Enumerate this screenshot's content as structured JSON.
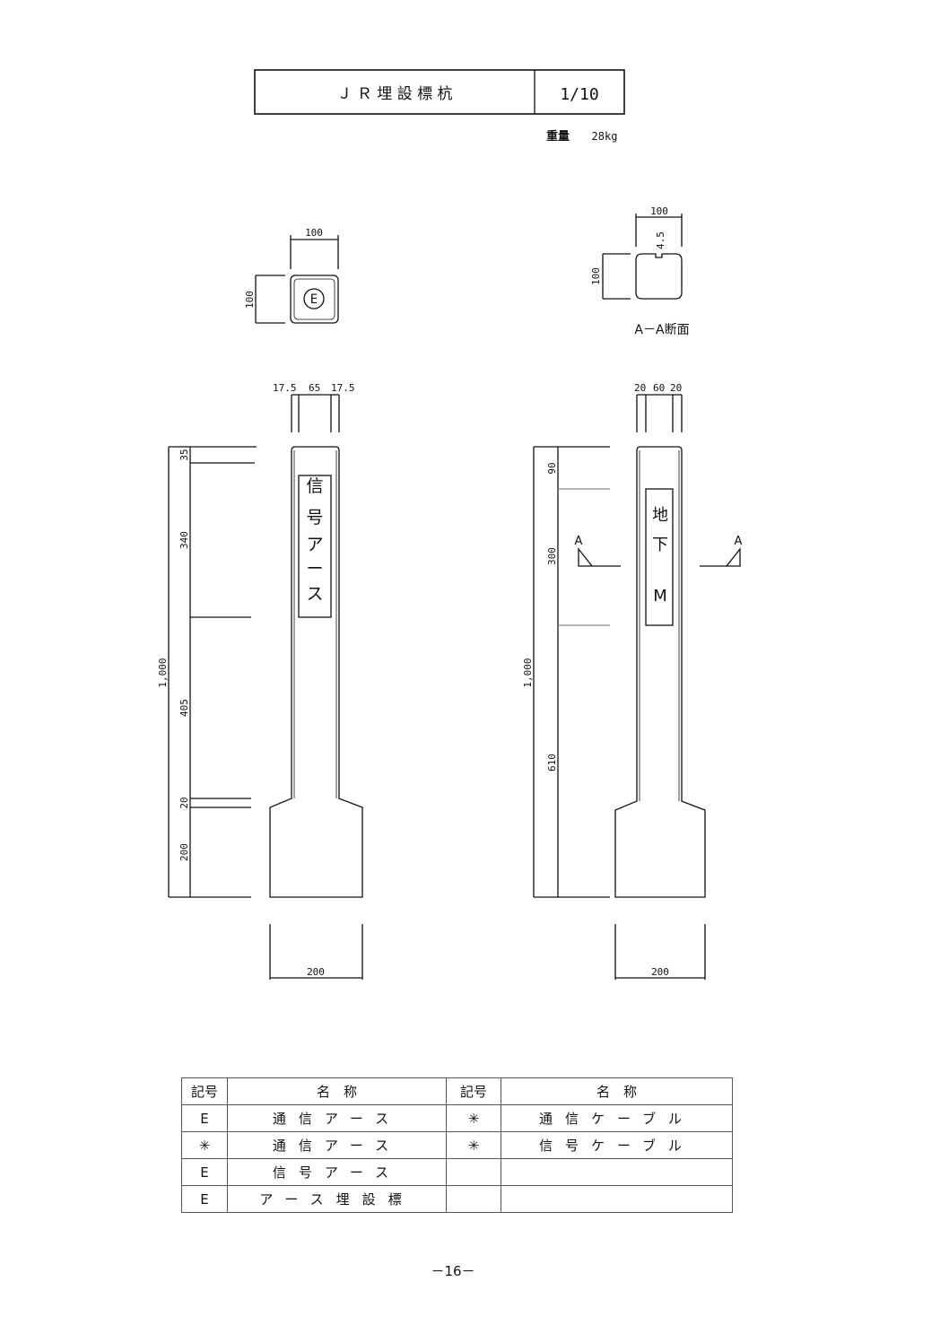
{
  "header": {
    "title": "Ｊ Ｒ 埋 設 標 杭",
    "scale": "1/10",
    "weight_label": "重量",
    "weight_value": "28kg"
  },
  "top_view_left": {
    "width": "100",
    "height": "100",
    "symbol": "E"
  },
  "section_view": {
    "width": "100",
    "height": "100",
    "notch": "4.5",
    "caption": "A－A断面"
  },
  "post_left": {
    "top_dims": [
      "17.5",
      "65",
      "17.5"
    ],
    "total": "1,000",
    "segments": [
      "35",
      "340",
      "405",
      "20",
      "200"
    ],
    "plate_text": [
      "信",
      "号",
      "ア",
      "ー",
      "ス"
    ],
    "base_width": "200"
  },
  "post_right": {
    "top_dims": [
      "20",
      "60",
      "20"
    ],
    "total": "1,000",
    "segments": [
      "90",
      "300",
      "610"
    ],
    "plate_text": [
      "地",
      "下",
      "M"
    ],
    "section_mark": "A",
    "base_width": "200"
  },
  "legend": {
    "headers": {
      "symbol": "記号",
      "name": "名　称"
    },
    "left_rows": [
      {
        "symbol": "E",
        "name": "通信アース"
      },
      {
        "symbol": "✳",
        "name": "通信アース"
      },
      {
        "symbol": "E",
        "name": "信号アース"
      },
      {
        "symbol": "E",
        "name": "アース埋設標"
      }
    ],
    "right_rows": [
      {
        "symbol": "✳",
        "name": "通信ケーブル"
      },
      {
        "symbol": "✳",
        "name": "信号ケーブル"
      },
      {
        "symbol": "",
        "name": ""
      },
      {
        "symbol": "",
        "name": ""
      }
    ]
  },
  "page_number": "－16－"
}
